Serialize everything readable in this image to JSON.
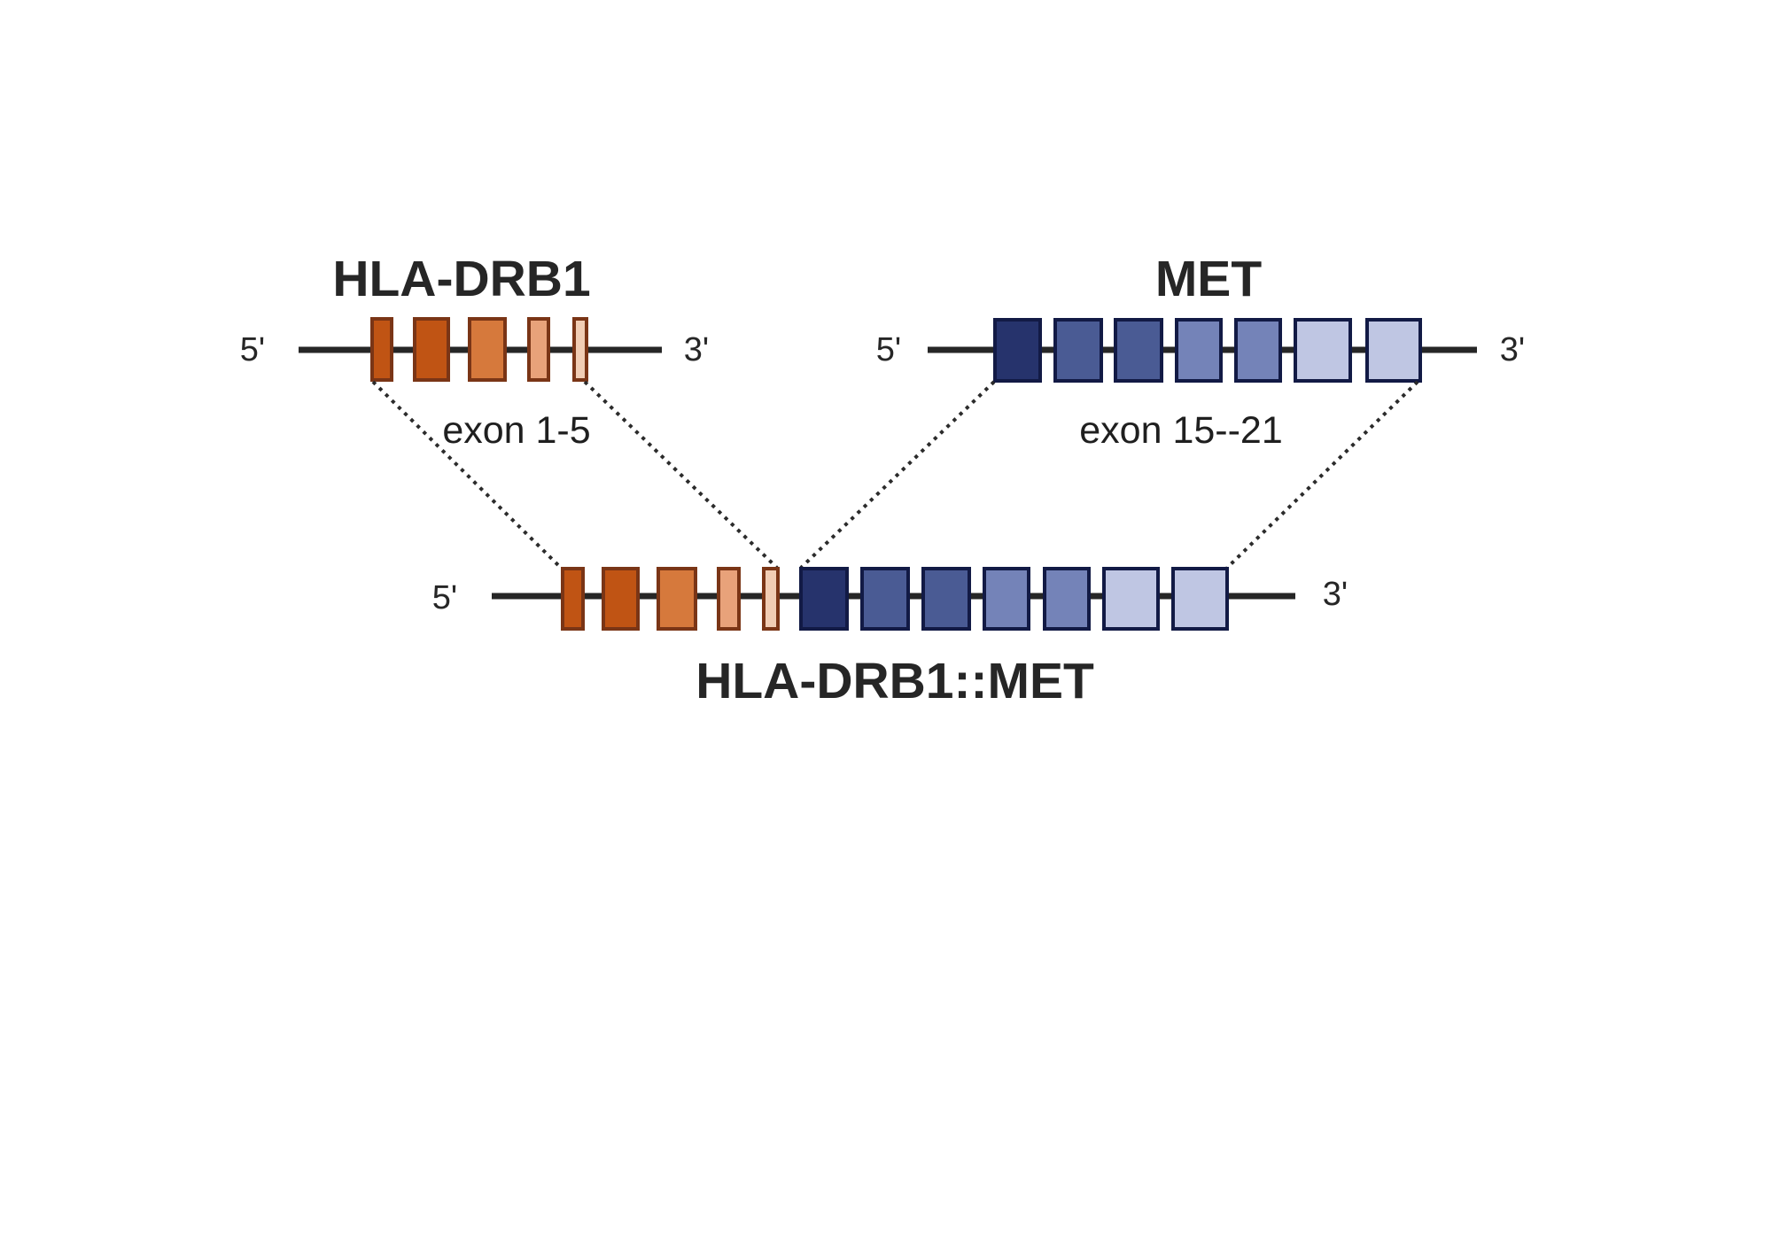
{
  "genes": {
    "hla": {
      "title": "HLA-DRB1",
      "five_prime": "5'",
      "three_prime": "3'",
      "exon_range": "exon 1-5",
      "exon_colors": [
        "#c05414",
        "#c05414",
        "#d6793c",
        "#e8a27a",
        "#f1cdb4"
      ]
    },
    "met": {
      "title": "MET",
      "five_prime": "5'",
      "three_prime": "3'",
      "exon_range": "exon 15--21",
      "exon_colors": [
        "#26336c",
        "#4a5b94",
        "#4a5b94",
        "#7483b8",
        "#7483b8",
        "#bfc6e3",
        "#bfc6e3"
      ]
    },
    "fusion": {
      "title": "HLA-DRB1::MET",
      "five_prime": "5'",
      "three_prime": "3'"
    }
  },
  "colors": {
    "backbone": "#262626",
    "hla_border": "#7a3516",
    "met_border": "#121a45"
  }
}
